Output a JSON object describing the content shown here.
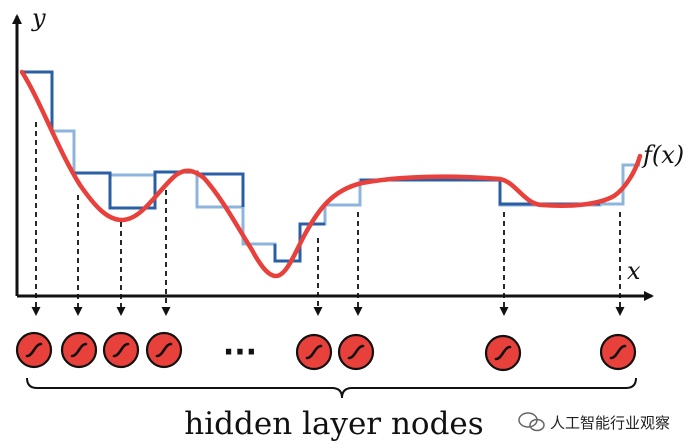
{
  "labels": {
    "y_axis": "y",
    "x_axis": "x",
    "function": "f(x)",
    "ellipsis": "···",
    "caption": "hidden layer nodes",
    "watermark": "人工智能行业观察"
  },
  "colors": {
    "curve": "#e8403b",
    "step_dark": "#2b5fa5",
    "step_light": "#8db4dd",
    "node_fill": "#e8403b",
    "axis": "#111111"
  },
  "hidden_nodes": {
    "count": 8,
    "arrows": 8
  }
}
